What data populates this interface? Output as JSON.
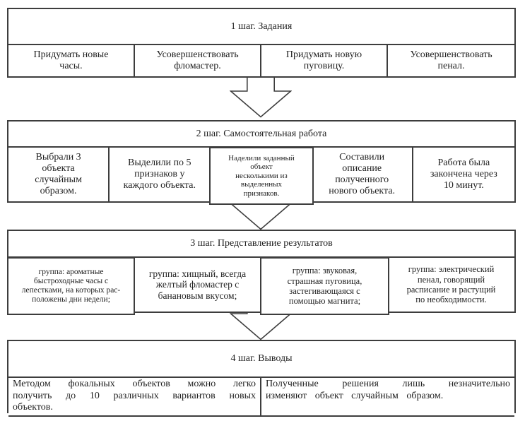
{
  "diagram": {
    "blocks": [
      {
        "header": "1 шаг. Задания",
        "cells": [
          {
            "text": "Придумать новые\nчасы."
          },
          {
            "text": "Усовершенствовать\nфломастер."
          },
          {
            "text": "Придумать новую\nпуговицу."
          },
          {
            "text": "Усовершенствовать\nпенал."
          }
        ]
      },
      {
        "header": "2 шаг. Самостоятельная работа",
        "cells": [
          {
            "text": "Выбрали 3\nобъекта\nслучайным\nобразом."
          },
          {
            "text": "Выделили по 5\nпризнаков у\nкаждого объекта."
          },
          {
            "text": "Наделили заданный\nобъект\nнесколькими из\nвыделенных\nпризнаков."
          },
          {
            "text": "Составили\nописание\nполученного\nнового объекта."
          },
          {
            "text": "Работа была\nзакончена через\n10 минут."
          }
        ]
      },
      {
        "header": "3 шаг. Представление результатов",
        "cells": [
          {
            "text": "группа: ароматные\nбыстроходные часы с\nлепестками, на которых рас-\nположены дни недели;"
          },
          {
            "text": "группа: хищный, всегда\nжелтый фломастер с\nбанановым вкусом;"
          },
          {
            "text": "группа: звуковая,\nстрашная пуговица,\nзастегивающаяся с\nпомощью магнита;"
          },
          {
            "text": "группа: электрический\nпенал, говорящий\nрасписание и растущий\nпо необходимости."
          }
        ]
      },
      {
        "header": "4 шаг. Выводы",
        "cells": [
          {
            "text": "Методом фокальных объектов можно легко получить до 10 различных вариантов новых объектов."
          },
          {
            "text": "Полученные решения лишь незначительно изменяют объект случайным образом."
          }
        ]
      }
    ],
    "icons": {
      "flow_arrow": "down-block-arrow"
    },
    "colors": {
      "line": "#3d3d3d",
      "text": "#1f1f1f",
      "background": "#ffffff"
    }
  }
}
